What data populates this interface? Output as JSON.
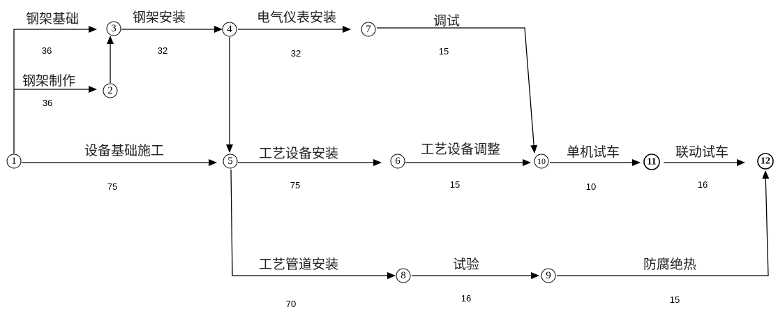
{
  "nodes": [
    "1",
    "2",
    "3",
    "4",
    "5",
    "6",
    "7",
    "8",
    "9",
    "10",
    "11",
    "12"
  ],
  "activities": [
    {
      "id": "a13",
      "name": "钢架基础",
      "duration": "36"
    },
    {
      "id": "a12",
      "name": "钢架制作",
      "duration": "36"
    },
    {
      "id": "a34",
      "name": "钢架安装",
      "duration": "32"
    },
    {
      "id": "a47",
      "name": "电气仪表安装",
      "duration": "32"
    },
    {
      "id": "a710",
      "name": "调试",
      "duration": "15"
    },
    {
      "id": "a15",
      "name": "设备基础施工",
      "duration": "75"
    },
    {
      "id": "a56",
      "name": "工艺设备安装",
      "duration": "75"
    },
    {
      "id": "a610",
      "name": "工艺设备调整",
      "duration": "15"
    },
    {
      "id": "a1011",
      "name": "单机试车",
      "duration": "10"
    },
    {
      "id": "a1112",
      "name": "联动试车",
      "duration": "16"
    },
    {
      "id": "a58",
      "name": "工艺管道安装",
      "duration": "70"
    },
    {
      "id": "a89",
      "name": "试验",
      "duration": "16"
    },
    {
      "id": "a912",
      "name": "防腐绝热",
      "duration": "15"
    }
  ]
}
